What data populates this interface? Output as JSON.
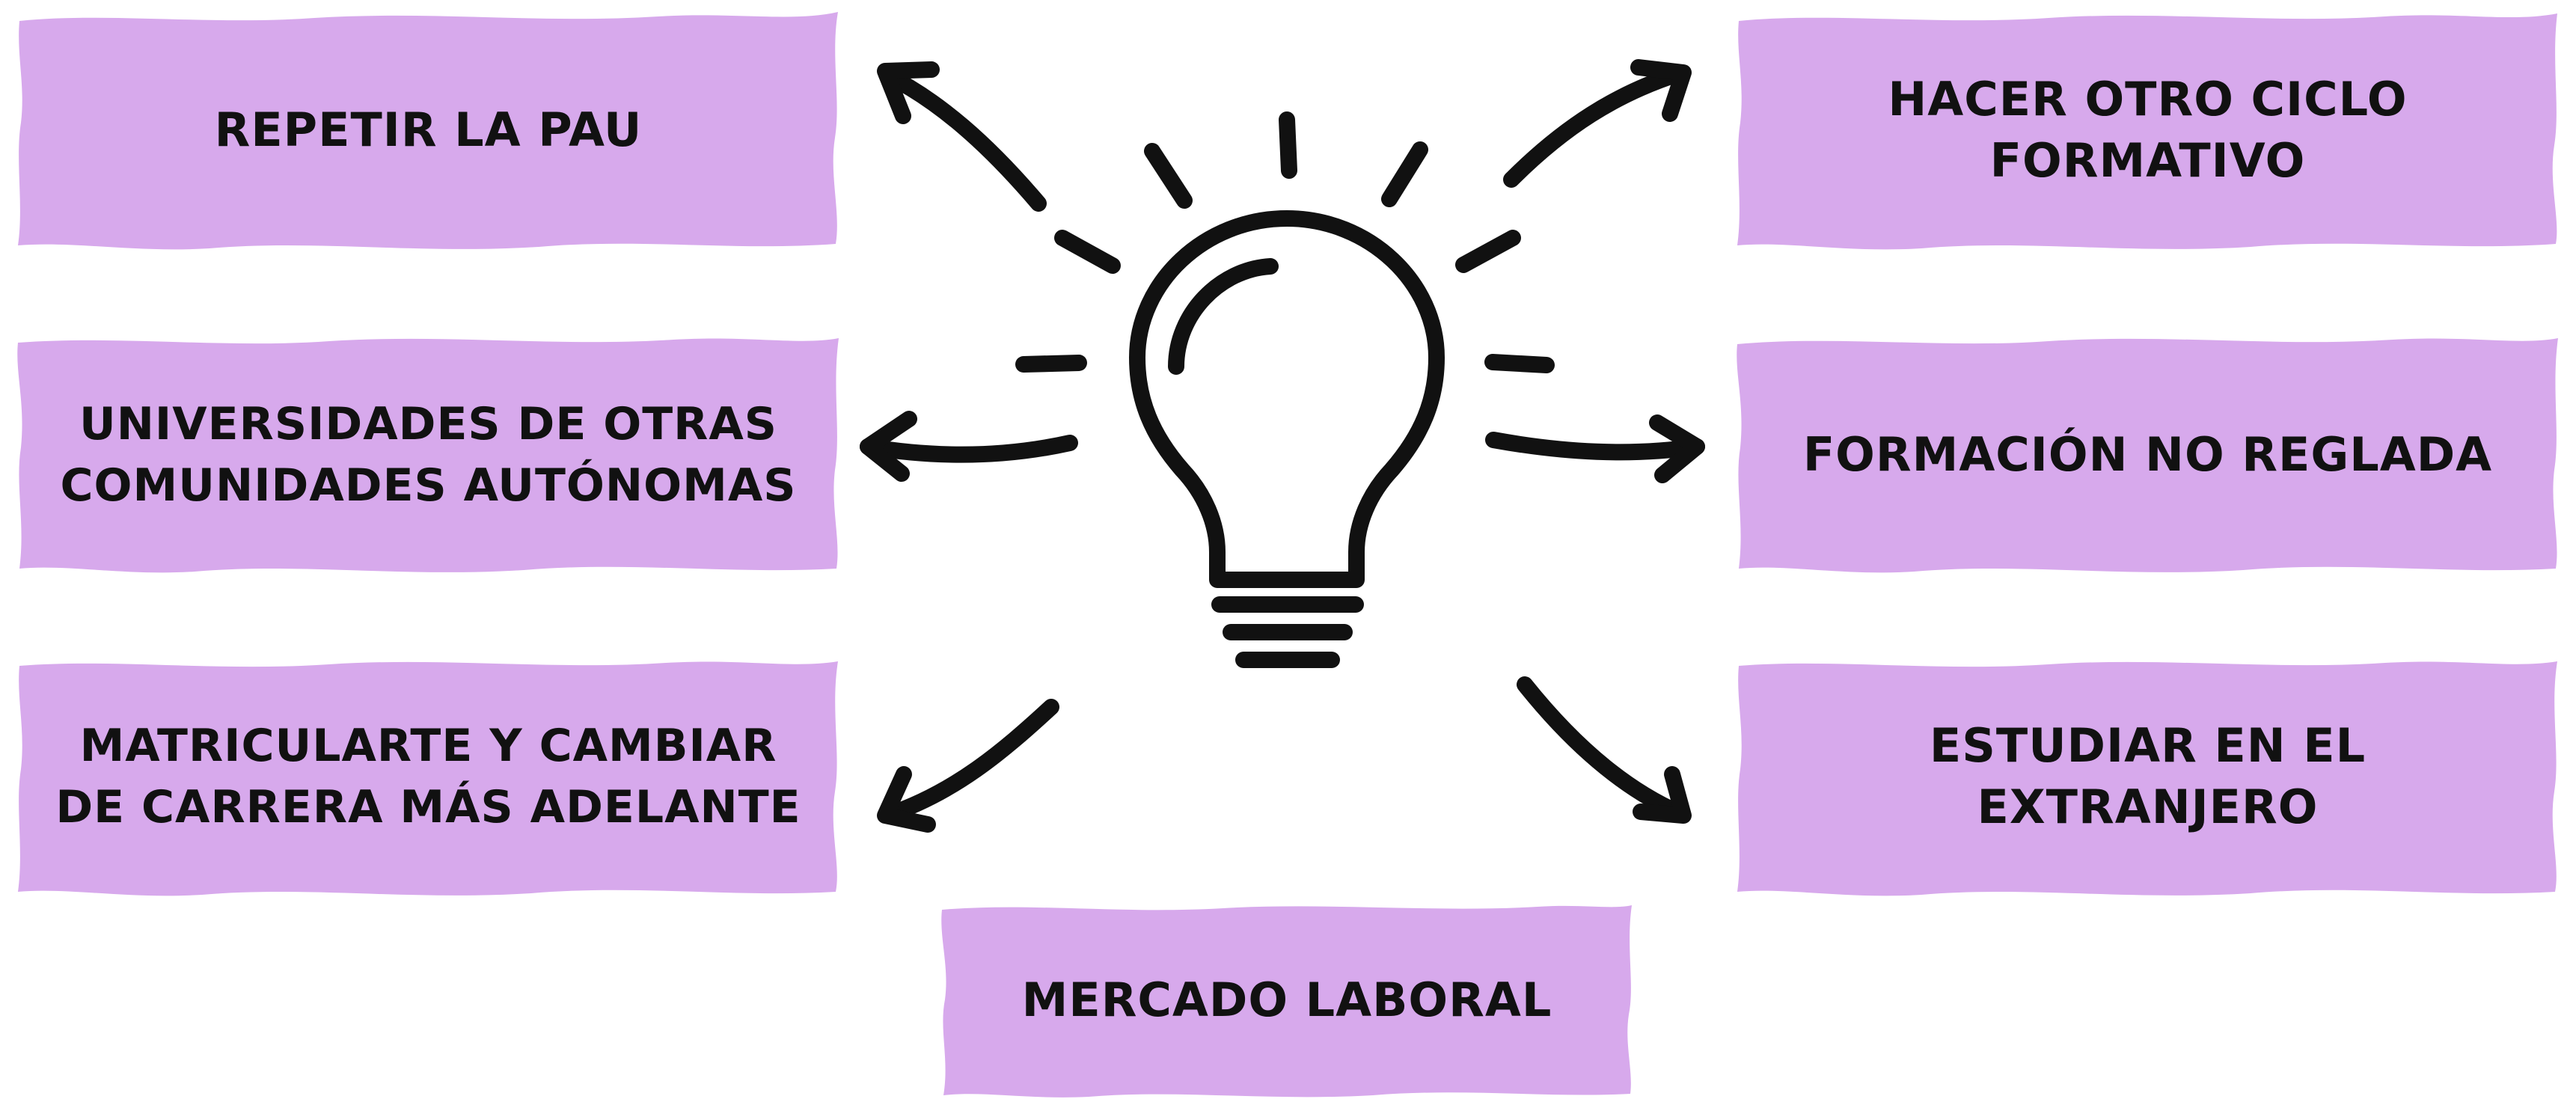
{
  "colors": {
    "card_fill": "#d7a9ec",
    "ink": "#111111",
    "background": "#ffffff"
  },
  "center": {
    "icon": "lightbulb-icon",
    "rays": 7
  },
  "cards": {
    "repetir_pau": {
      "lines": [
        "REPETIR LA PAU"
      ]
    },
    "universidades": {
      "lines": [
        "UNIVERSIDADES DE OTRAS",
        "COMUNIDADES AUTÓNOMAS"
      ]
    },
    "matricularte": {
      "lines": [
        "MATRICULARTE Y CAMBIAR",
        "DE CARRERA MÁS ADELANTE"
      ]
    },
    "hacer_ciclo": {
      "lines": [
        "HACER OTRO CICLO",
        "FORMATIVO"
      ]
    },
    "formacion": {
      "lines": [
        "FORMACIÓN NO REGLADA"
      ]
    },
    "estudiar": {
      "lines": [
        "ESTUDIAR EN EL",
        "EXTRANJERO"
      ]
    },
    "mercado": {
      "lines": [
        "MERCADO LABORAL"
      ]
    }
  }
}
